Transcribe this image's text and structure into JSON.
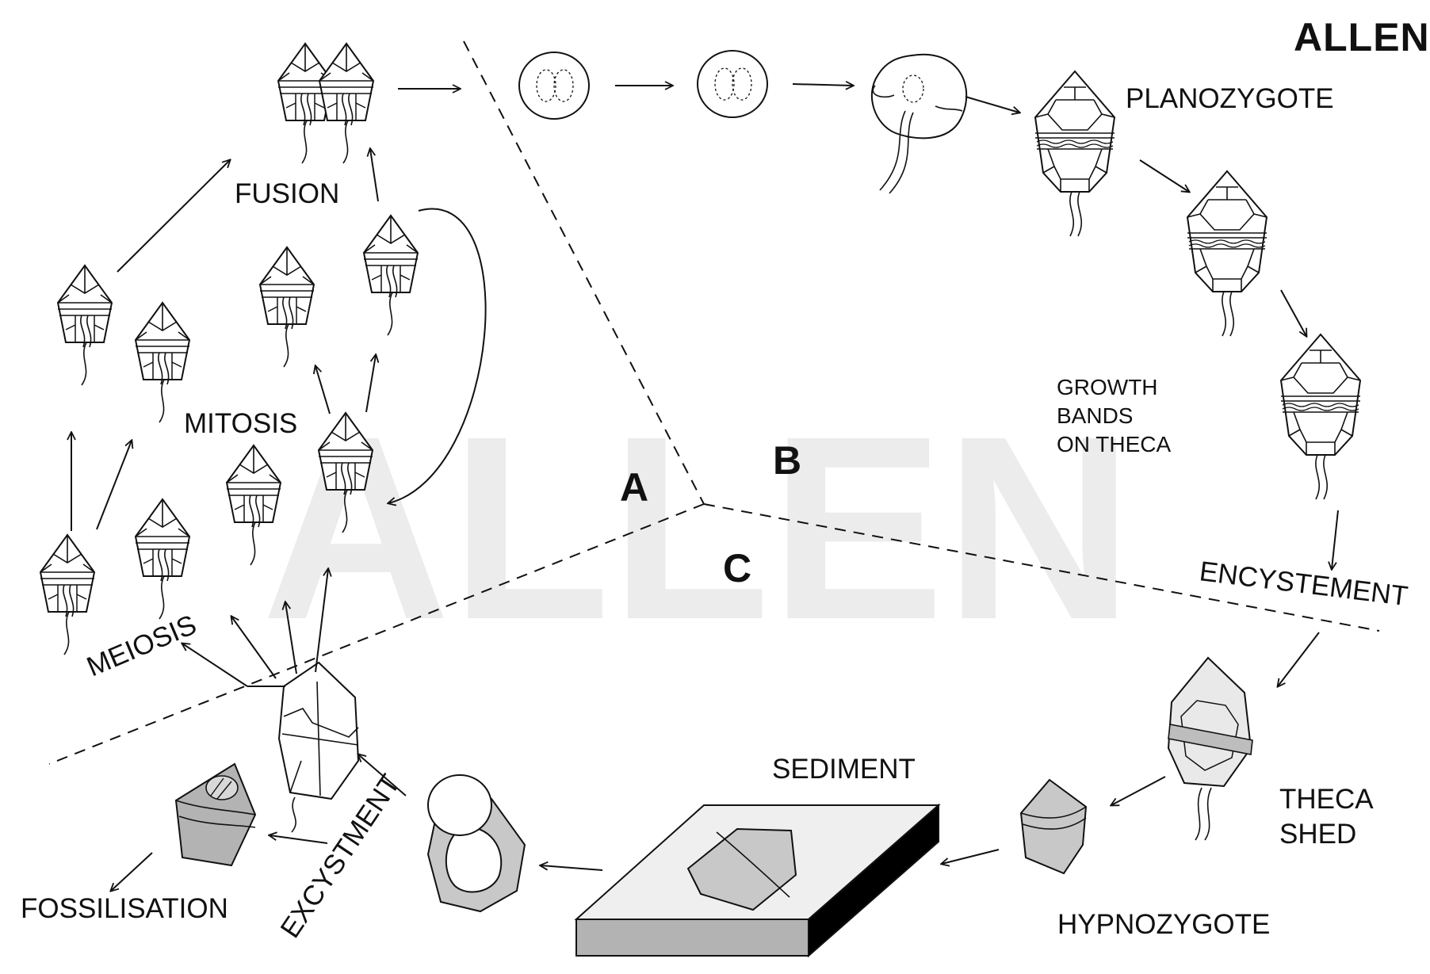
{
  "brand": {
    "logo_text": "ALLEN"
  },
  "watermark": {
    "text": "ALLEN"
  },
  "regions": {
    "a": "A",
    "b": "B",
    "c": "C"
  },
  "stages": {
    "fusion": "FUSION",
    "mitosis": "MITOSIS",
    "meiosis": "MEIOSIS",
    "planozygote": "PLANOZYGOTE",
    "growth_bands": [
      "GROWTH",
      "BANDS",
      "ON THECA"
    ],
    "encystement": "ENCYSTEMENT",
    "theca_shed": [
      "THECA",
      "SHED"
    ],
    "hypnozygote": "HYPNOZYGOTE",
    "sediment": "SEDIMENT",
    "excystment": "EXCYSTMENT",
    "fossilisation": "FOSSILISATION"
  },
  "colors": {
    "ink": "#111111",
    "cyst_fill": "#c8c8c8",
    "sediment_top": "#efefef",
    "sediment_front": "#b3b3b3",
    "sediment_side": "#000000",
    "watermark": "#ececec"
  }
}
